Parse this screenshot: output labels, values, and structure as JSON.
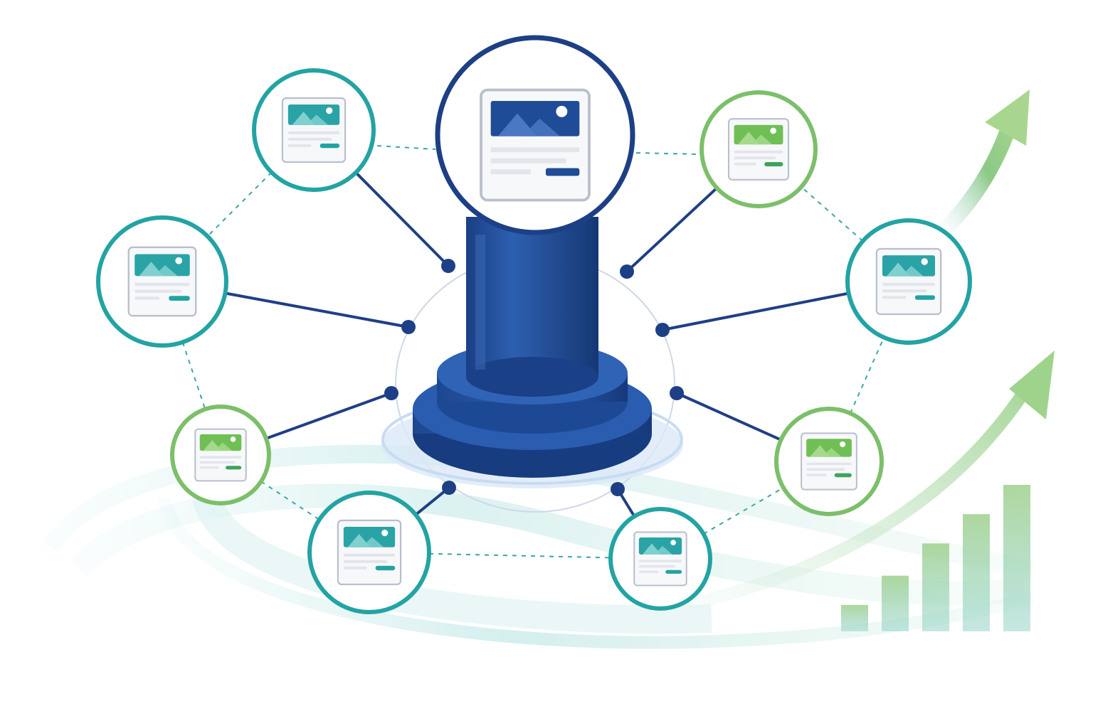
{
  "palette": {
    "navy": "#1f4c96",
    "navy_dark": "#15356f",
    "royal": "#2e63b5",
    "teal": "#23a3a3",
    "teal_dark": "#1f8f96",
    "green": "#7cbf6a",
    "green_light": "#a9d68f",
    "connector": "#1f3f86",
    "dashed": "#3aa6a6",
    "card_border": "#b9bfcc",
    "placeholder_line": "#e2e5ea",
    "swirl": "#bfe6e6"
  },
  "hub": {
    "icon": "content-card-icon",
    "ring": "navy"
  },
  "nodes": [
    {
      "id": "node-top-left",
      "ring": "teal",
      "card": "teal"
    },
    {
      "id": "node-mid-left",
      "ring": "teal",
      "card": "teal"
    },
    {
      "id": "node-lower-left",
      "ring": "green",
      "card": "green"
    },
    {
      "id": "node-bottom-left",
      "ring": "teal",
      "card": "teal"
    },
    {
      "id": "node-top-right",
      "ring": "green",
      "card": "green"
    },
    {
      "id": "node-mid-right",
      "ring": "teal",
      "card": "teal"
    },
    {
      "id": "node-lower-right",
      "ring": "green",
      "card": "green"
    },
    {
      "id": "node-bottom-right",
      "ring": "teal",
      "card": "teal"
    }
  ],
  "growth_bars": [
    0.18,
    0.38,
    0.6,
    0.8,
    1.0
  ],
  "growth_arrows": [
    "upper-arrow-icon",
    "lower-arrow-icon"
  ]
}
